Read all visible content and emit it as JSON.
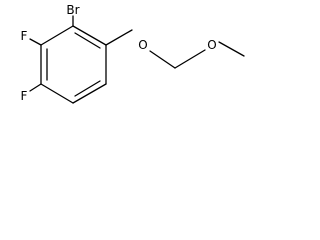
{
  "molecule": {
    "atoms": {
      "br": "Br",
      "f_upper": "F",
      "f_lower": "F",
      "o_ether": "O",
      "o_methoxy": "O"
    },
    "colors": {
      "bond": "#000000",
      "label": "#000000",
      "background": "#ffffff"
    }
  }
}
